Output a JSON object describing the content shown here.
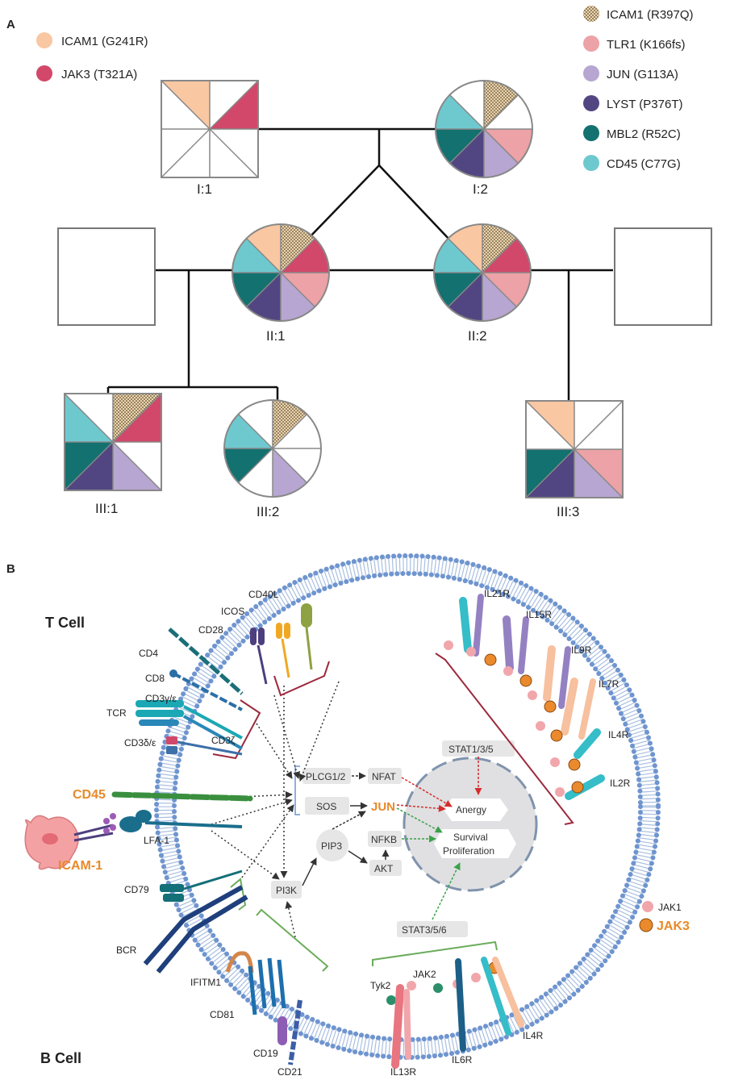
{
  "panel_a": {
    "label": "A",
    "legend_left": [
      {
        "name": "ICAM1 (G241R)",
        "color": "#f9c7a2",
        "pattern": "solid"
      },
      {
        "name": "JAK3 (T321A)",
        "color": "#d2486a",
        "pattern": "solid"
      }
    ],
    "legend_right": [
      {
        "name": "ICAM1 (R397Q)",
        "color": "#e8cfa6",
        "pattern": "dots"
      },
      {
        "name": "TLR1 (K166fs)",
        "color": "#eca2a6",
        "pattern": "solid"
      },
      {
        "name": "JUN (G113A)",
        "color": "#b7a6d1",
        "pattern": "solid"
      },
      {
        "name": "LYST (P376T)",
        "color": "#524682",
        "pattern": "solid"
      },
      {
        "name": "MBL2 (R52C)",
        "color": "#137170",
        "pattern": "solid"
      },
      {
        "name": "CD45 (C77G)",
        "color": "#6ec9cf",
        "pattern": "solid"
      }
    ],
    "individuals": [
      {
        "id": "I:1",
        "sex": "male",
        "variants": [
          "ICAM1 (G241R)",
          "JAK3 (T321A)"
        ]
      },
      {
        "id": "I:2",
        "sex": "female",
        "variants": [
          "ICAM1 (R397Q)",
          "TLR1 (K166fs)",
          "JUN (G113A)",
          "LYST (P376T)",
          "MBL2 (R52C)",
          "CD45 (C77G)"
        ]
      },
      {
        "id": "II:1",
        "sex": "female",
        "variants": [
          "ICAM1 (G241R)",
          "ICAM1 (R397Q)",
          "JAK3 (T321A)",
          "TLR1 (K166fs)",
          "JUN (G113A)",
          "LYST (P376T)",
          "MBL2 (R52C)",
          "CD45 (C77G)"
        ]
      },
      {
        "id": "II:2",
        "sex": "female",
        "variants": [
          "ICAM1 (G241R)",
          "ICAM1 (R397Q)",
          "JAK3 (T321A)",
          "TLR1 (K166fs)",
          "JUN (G113A)",
          "LYST (P376T)",
          "MBL2 (R52C)",
          "CD45 (C77G)"
        ]
      },
      {
        "id": "III:1",
        "sex": "male",
        "variants": [
          "ICAM1 (R397Q)",
          "JAK3 (T321A)",
          "JUN (G113A)",
          "LYST (P376T)",
          "MBL2 (R52C)",
          "CD45 (C77G)"
        ]
      },
      {
        "id": "III:2",
        "sex": "female",
        "variants": [
          "ICAM1 (R397Q)",
          "JUN (G113A)",
          "MBL2 (R52C)",
          "CD45 (C77G)"
        ]
      },
      {
        "id": "III:3",
        "sex": "male",
        "variants": [
          "ICAM1 (G241R)",
          "TLR1 (K166fs)",
          "JUN (G113A)",
          "LYST (P376T)",
          "MBL2 (R52C)"
        ]
      }
    ]
  },
  "panel_b": {
    "label": "B",
    "t_cell": "T Cell",
    "b_cell": "B Cell",
    "receptors": {
      "cd40l": "CD40L",
      "icos": "ICOS",
      "cd28": "CD28",
      "cd4": "CD4",
      "cd8": "CD8",
      "cd3ge": "CD3γ/ε",
      "tcr": "TCR",
      "cd3z": "CD3ζ",
      "cd3de": "CD3δ/ε",
      "cd45": "CD45",
      "lfa1": "LFA-1",
      "icam1": "ICAM-1",
      "cd79": "CD79",
      "bcr": "BCR",
      "ifitm1": "IFITM1",
      "cd81": "CD81",
      "cd19": "CD19",
      "cd21": "CD21",
      "il21r": "IL21R",
      "il15r": "IL15R",
      "il9r": "IL9R",
      "il7r": "IL7R",
      "il4r_top": "IL4R",
      "il2r": "IL2R",
      "tyk2": "Tyk2",
      "jak2": "JAK2",
      "il13r": "IL13R",
      "il6r": "IL6R",
      "il4r_bottom": "IL4R"
    },
    "nodes": {
      "plcg": "PLCG1/2",
      "nfat": "NFAT",
      "sos": "SOS",
      "jun": "JUN",
      "nfkb": "NFKB",
      "pip3": "PIP3",
      "akt": "AKT",
      "pi3k": "PI3K",
      "stat135": "STAT1/3/5",
      "stat356": "STAT3/5/6"
    },
    "outcomes": {
      "anergy": "Anergy",
      "survival": "Survival",
      "proliferation": "Proliferation"
    },
    "jak_legend": {
      "jak1": {
        "label": "JAK1",
        "color": "#f1a6ab"
      },
      "jak3": {
        "label": "JAK3",
        "color": "#ea8a2c"
      }
    }
  }
}
